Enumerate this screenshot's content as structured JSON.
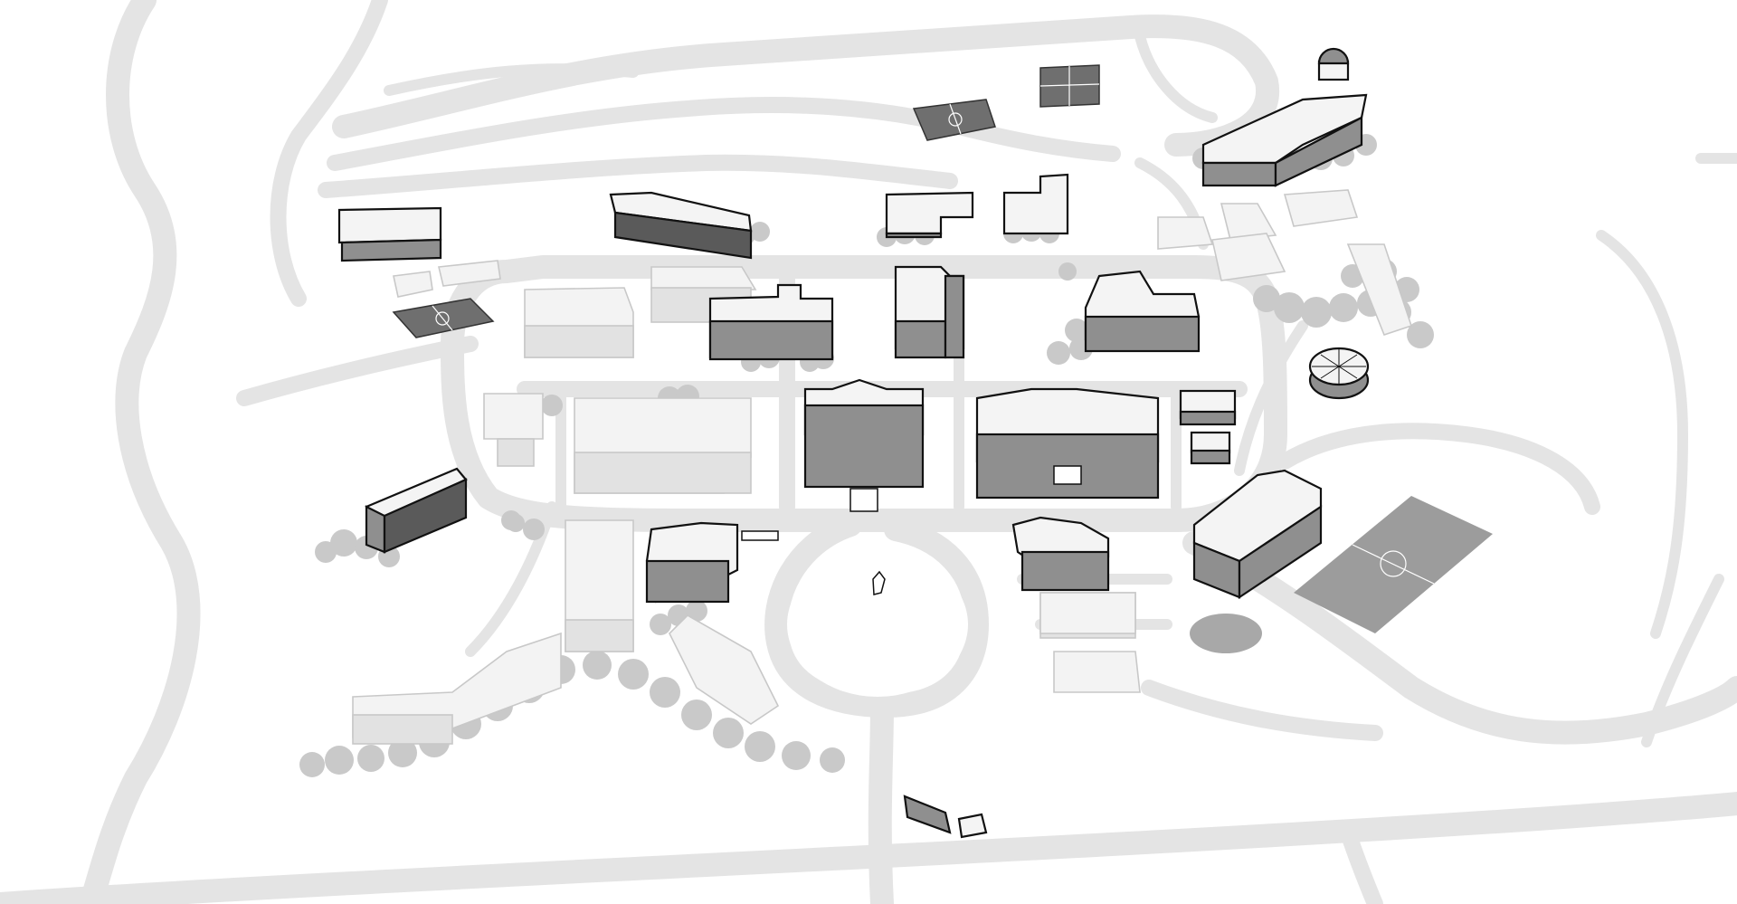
{
  "map": {
    "type": "campus-map",
    "style": "isometric-illustrated",
    "printed_labels": [],
    "colors": {
      "background": "#ffffff",
      "road": "#e4e4e4",
      "highlighted_building_outline": "#111111",
      "dimmed_building": "#e2e2e2",
      "tree": "#c9c9c9"
    },
    "buildings": [
      {
        "id": "observatory",
        "state": "highlighted"
      },
      {
        "id": "long-hall-northeast",
        "state": "highlighted"
      },
      {
        "id": "gym-northwest",
        "state": "highlighted"
      },
      {
        "id": "residence-north",
        "state": "highlighted"
      },
      {
        "id": "north-pair-west",
        "state": "highlighted"
      },
      {
        "id": "north-pair-east",
        "state": "highlighted"
      },
      {
        "id": "recreation-complex",
        "state": "highlighted"
      },
      {
        "id": "science-hall",
        "state": "highlighted"
      },
      {
        "id": "library-center",
        "state": "highlighted"
      },
      {
        "id": "hall-east-tower",
        "state": "highlighted"
      },
      {
        "id": "main-administration",
        "state": "highlighted"
      },
      {
        "id": "academic-hall-east",
        "state": "highlighted"
      },
      {
        "id": "small-hall-east",
        "state": "highlighted"
      },
      {
        "id": "dome-arena",
        "state": "highlighted"
      },
      {
        "id": "stadium-hall",
        "state": "highlighted"
      },
      {
        "id": "west-dormitory",
        "state": "highlighted"
      },
      {
        "id": "student-center",
        "state": "highlighted"
      },
      {
        "id": "south-annex",
        "state": "highlighted"
      },
      {
        "id": "gatehouse",
        "state": "highlighted"
      },
      {
        "id": "west-academic-hall",
        "state": "dimmed"
      },
      {
        "id": "chapel-west",
        "state": "dimmed"
      },
      {
        "id": "quad-hall-west",
        "state": "dimmed"
      },
      {
        "id": "residence-village",
        "state": "dimmed"
      },
      {
        "id": "southwest-residences",
        "state": "dimmed"
      },
      {
        "id": "east-residences",
        "state": "dimmed"
      }
    ],
    "amenities": [
      "tennis-courts",
      "basketball-court-north",
      "basketball-court-west",
      "football-field",
      "campus-statue"
    ]
  }
}
